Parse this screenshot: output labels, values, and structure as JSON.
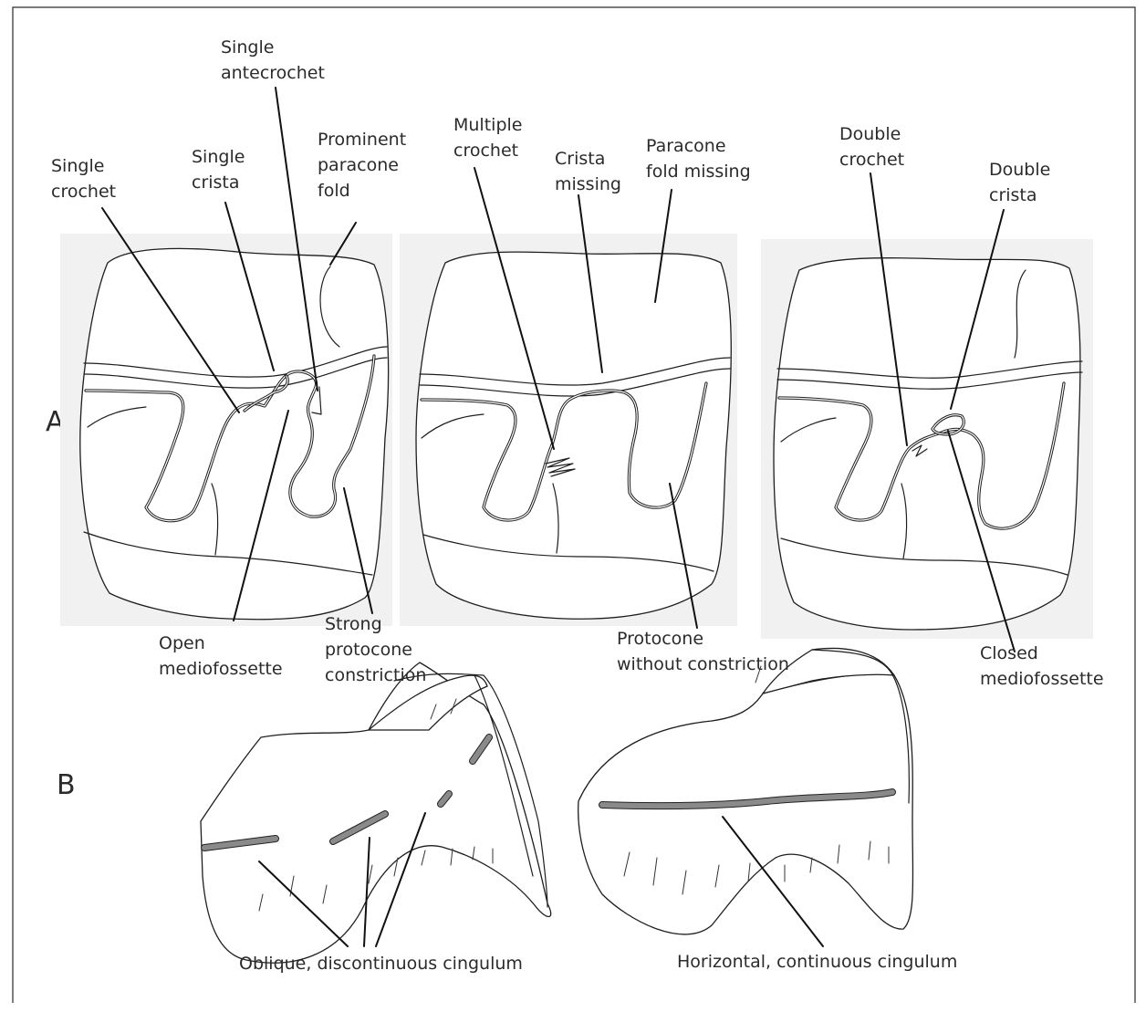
{
  "panels": {
    "A": "A",
    "B": "B"
  },
  "labels": {
    "single_crochet": [
      "Single",
      "crochet"
    ],
    "single_crista": [
      "Single",
      "crista"
    ],
    "single_antecrochet": [
      "Single",
      "antecrochet"
    ],
    "prominent_paracone_fold": [
      "Prominent",
      "paracone",
      "fold"
    ],
    "open_mediofossette": [
      "Open",
      "mediofossette"
    ],
    "strong_protocone_constriction": [
      "Strong",
      "protocone",
      "constriction"
    ],
    "multiple_crochet": [
      "Multiple",
      "crochet"
    ],
    "crista_missing": [
      "Crista",
      "missing"
    ],
    "paracone_fold_missing": [
      "Paracone",
      "fold missing"
    ],
    "protocone_without_constriction": [
      "Protocone",
      "without constriction"
    ],
    "double_crochet": [
      "Double",
      "crochet"
    ],
    "double_crista": [
      "Double",
      "crista"
    ],
    "closed_mediofossette": [
      "Closed",
      "mediofossette"
    ],
    "oblique_cingulum": "Oblique, discontinuous cingulum",
    "horizontal_cingulum": "Horizontal, continuous cingulum"
  },
  "colors": {
    "background_panel": "#f1f1f1",
    "cingulum": "#8a8a8a",
    "line": "#1e1e1e"
  }
}
